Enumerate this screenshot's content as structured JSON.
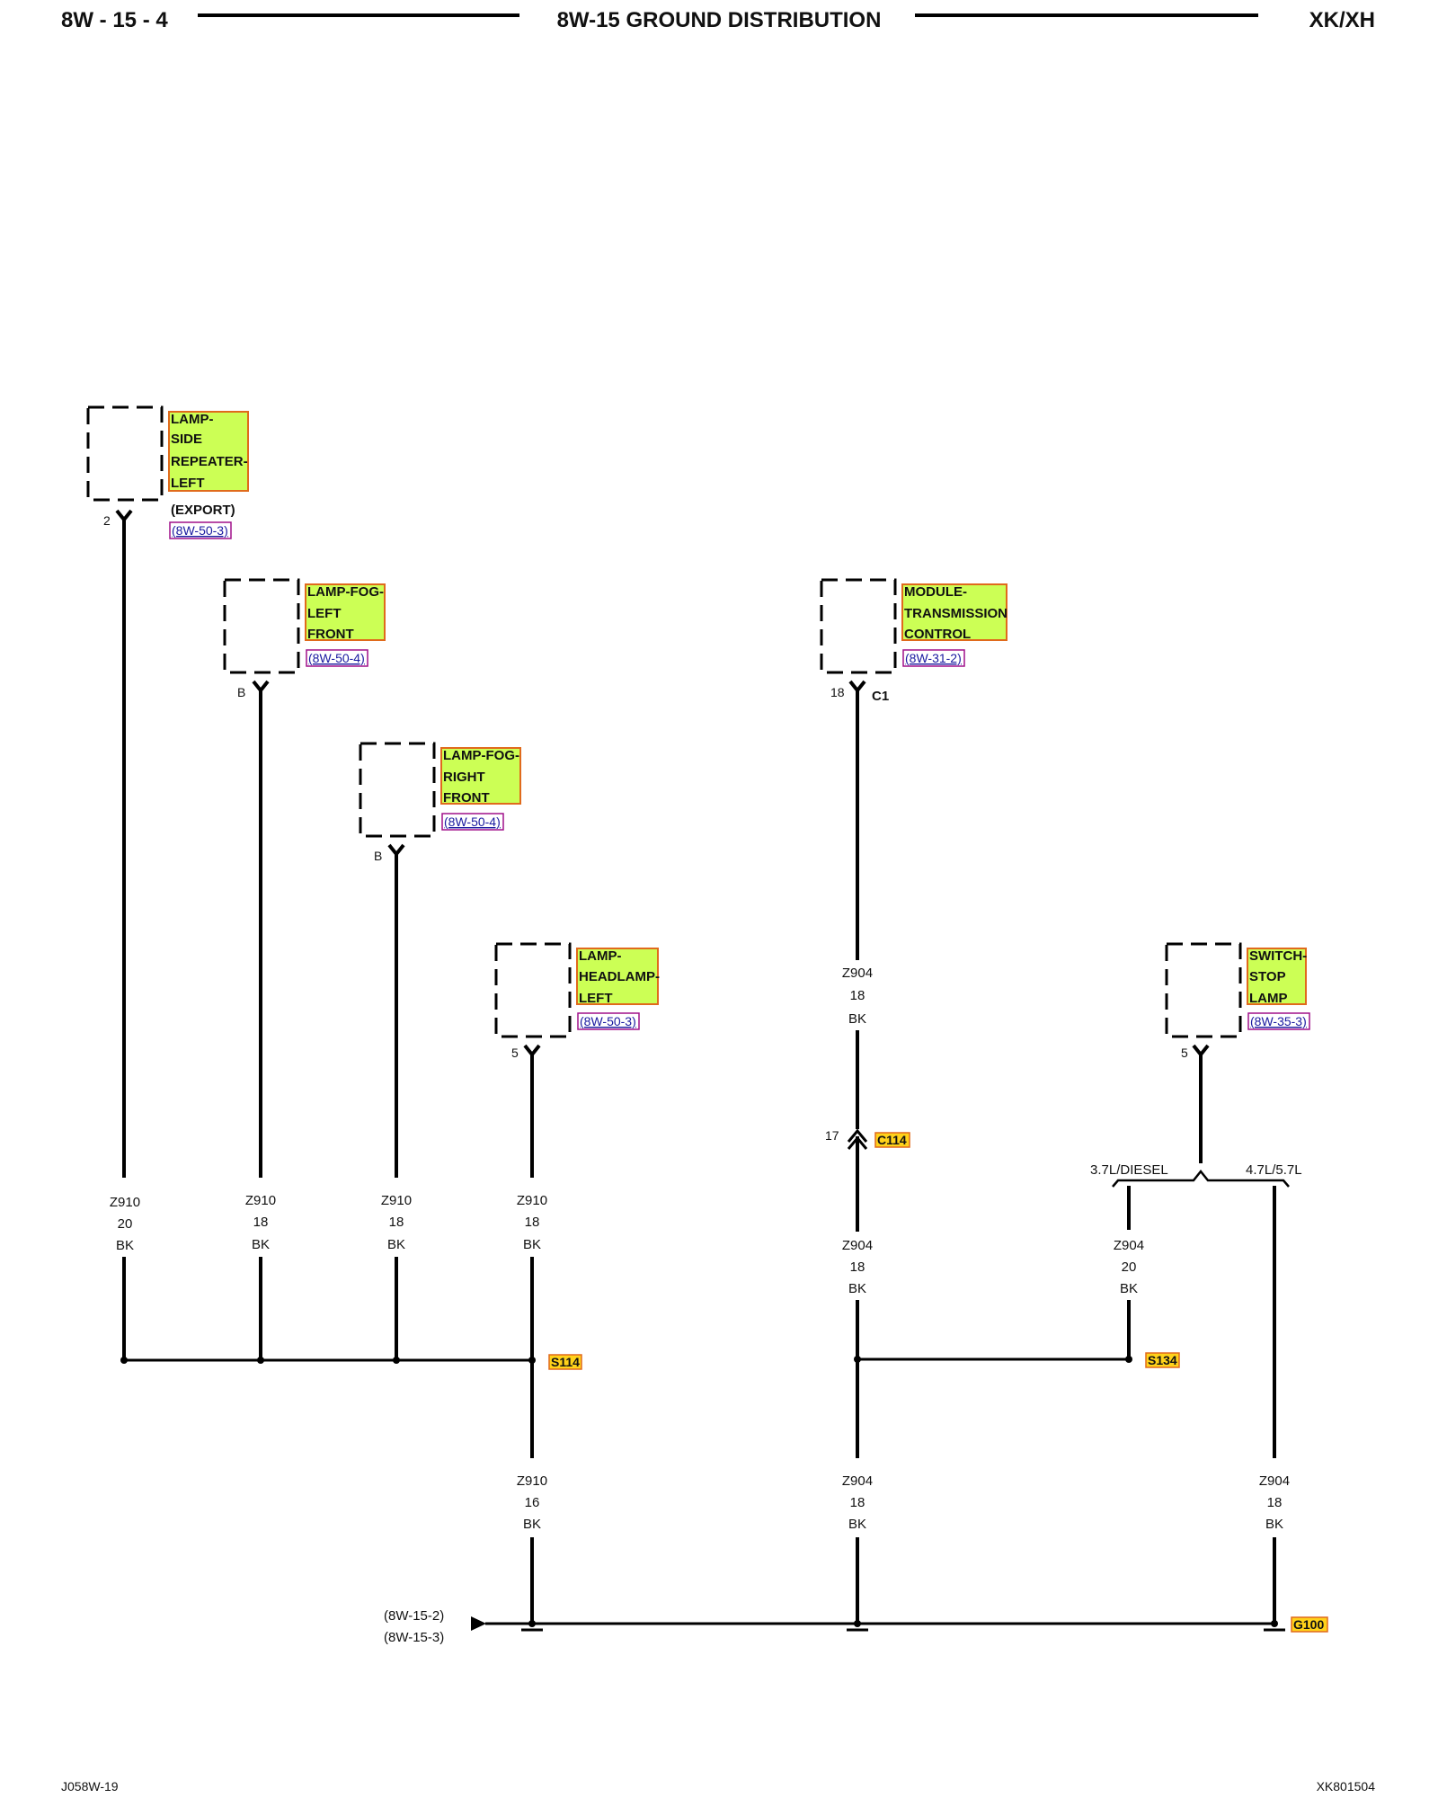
{
  "header": {
    "left": "8W - 15 - 4",
    "title": "8W-15 GROUND DISTRIBUTION",
    "right": "XK/XH"
  },
  "footer": {
    "left": "J058W-19",
    "right": "XK801504"
  },
  "components": [
    {
      "lines": [
        "LAMP-",
        "SIDE",
        "REPEATER-",
        "LEFT"
      ],
      "note": "(EXPORT)",
      "ref": "(8W-50-3)",
      "pin": "2"
    },
    {
      "lines": [
        "LAMP-FOG-",
        "LEFT",
        "FRONT"
      ],
      "ref": "(8W-50-4)",
      "pin": "B"
    },
    {
      "lines": [
        "LAMP-FOG-",
        "RIGHT",
        "FRONT"
      ],
      "ref": "(8W-50-4)",
      "pin": "B"
    },
    {
      "lines": [
        "LAMP-",
        "HEADLAMP-",
        "LEFT"
      ],
      "ref": "(8W-50-3)",
      "pin": "5"
    },
    {
      "lines": [
        "MODULE-",
        "TRANSMISSION",
        "CONTROL"
      ],
      "ref": "(8W-31-2)",
      "pin": "18",
      "connector": "C1"
    },
    {
      "lines": [
        "SWITCH-",
        "STOP",
        "LAMP"
      ],
      "ref": "(8W-35-3)",
      "pin": "5"
    }
  ],
  "wires": [
    {
      "circuit": "Z910",
      "gauge": "20",
      "color": "BK"
    },
    {
      "circuit": "Z910",
      "gauge": "18",
      "color": "BK"
    },
    {
      "circuit": "Z910",
      "gauge": "18",
      "color": "BK"
    },
    {
      "circuit": "Z910",
      "gauge": "18",
      "color": "BK"
    },
    {
      "circuit": "Z904",
      "gauge": "18",
      "color": "BK"
    },
    {
      "circuit": "Z904",
      "gauge": "18",
      "color": "BK"
    },
    {
      "circuit": "Z904",
      "gauge": "20",
      "color": "BK"
    },
    {
      "circuit": "Z910",
      "gauge": "16",
      "color": "BK"
    },
    {
      "circuit": "Z904",
      "gauge": "18",
      "color": "BK"
    },
    {
      "circuit": "Z904",
      "gauge": "18",
      "color": "BK"
    }
  ],
  "connector_c114": {
    "pin": "17",
    "name": "C114"
  },
  "splices": {
    "s114": "S114",
    "s134": "S134"
  },
  "ground": {
    "name": "G100",
    "refs": [
      "(8W-15-2)",
      "(8W-15-3)"
    ]
  },
  "options": {
    "left": "3.7L/DIESEL",
    "right": "4.7L/5.7L"
  },
  "colors": {
    "label_fill": "#ccff55",
    "label_stroke": "#e06a1c",
    "ref_stroke": "#a0108a",
    "tag_fill": "#ffd21a"
  }
}
